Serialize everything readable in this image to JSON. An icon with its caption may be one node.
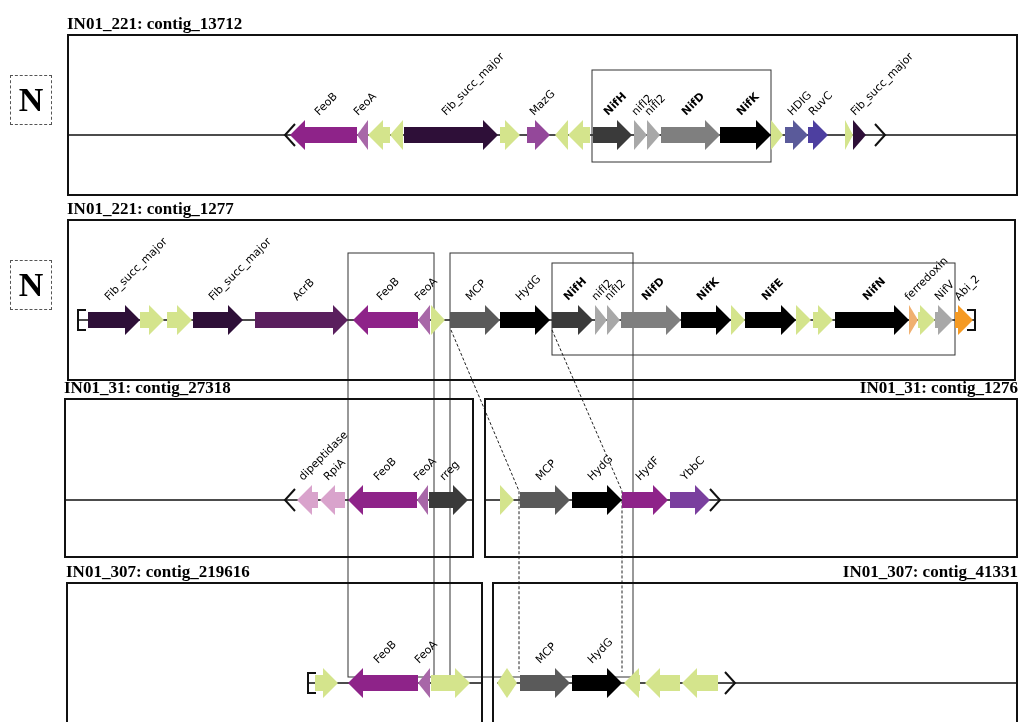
{
  "diagram": {
    "nodes": [
      {
        "text": [
          "N"
        ]
      },
      {
        "text": [
          "IN01_221: contig_13712"
        ]
      },
      {
        "text": [
          "N"
        ]
      },
      {
        "text": [
          "IN01_221: contig_1277"
        ]
      },
      {
        "text": [
          "IN01_31: contig_27318"
        ]
      },
      {
        "text": [
          "IN01_31: contig_1276"
        ]
      },
      {
        "text": [
          "IN01_307: contig_219616"
        ]
      },
      {
        "text": [
          "IN01_307: contig_41331"
        ]
      }
    ],
    "labels": [
      "FeoB",
      "FeoA",
      "Fib_succ_major",
      "MazG",
      "NifH",
      "nifI2",
      "nifI2",
      "NifD",
      "NifK",
      "HDIG",
      "RuvC",
      "Fib_succ_major",
      "Fib_succ_major",
      "Fib_succ_major",
      "AcrB",
      "FeoB",
      "FeoA",
      "MCP",
      "HydG",
      "NifH",
      "nifI2",
      "nifI2",
      "NifD",
      "NifK",
      "NifE",
      "NifN",
      "ferredoxin",
      "NifV",
      "Abi_2",
      "dipeptidase",
      "RpiA",
      "FeoB",
      "FeoA",
      "rreg",
      "MCP",
      "HydG",
      "HydF",
      "YbbC",
      "FeoB",
      "FeoA",
      "MCP",
      "HydG"
    ]
  }
}
